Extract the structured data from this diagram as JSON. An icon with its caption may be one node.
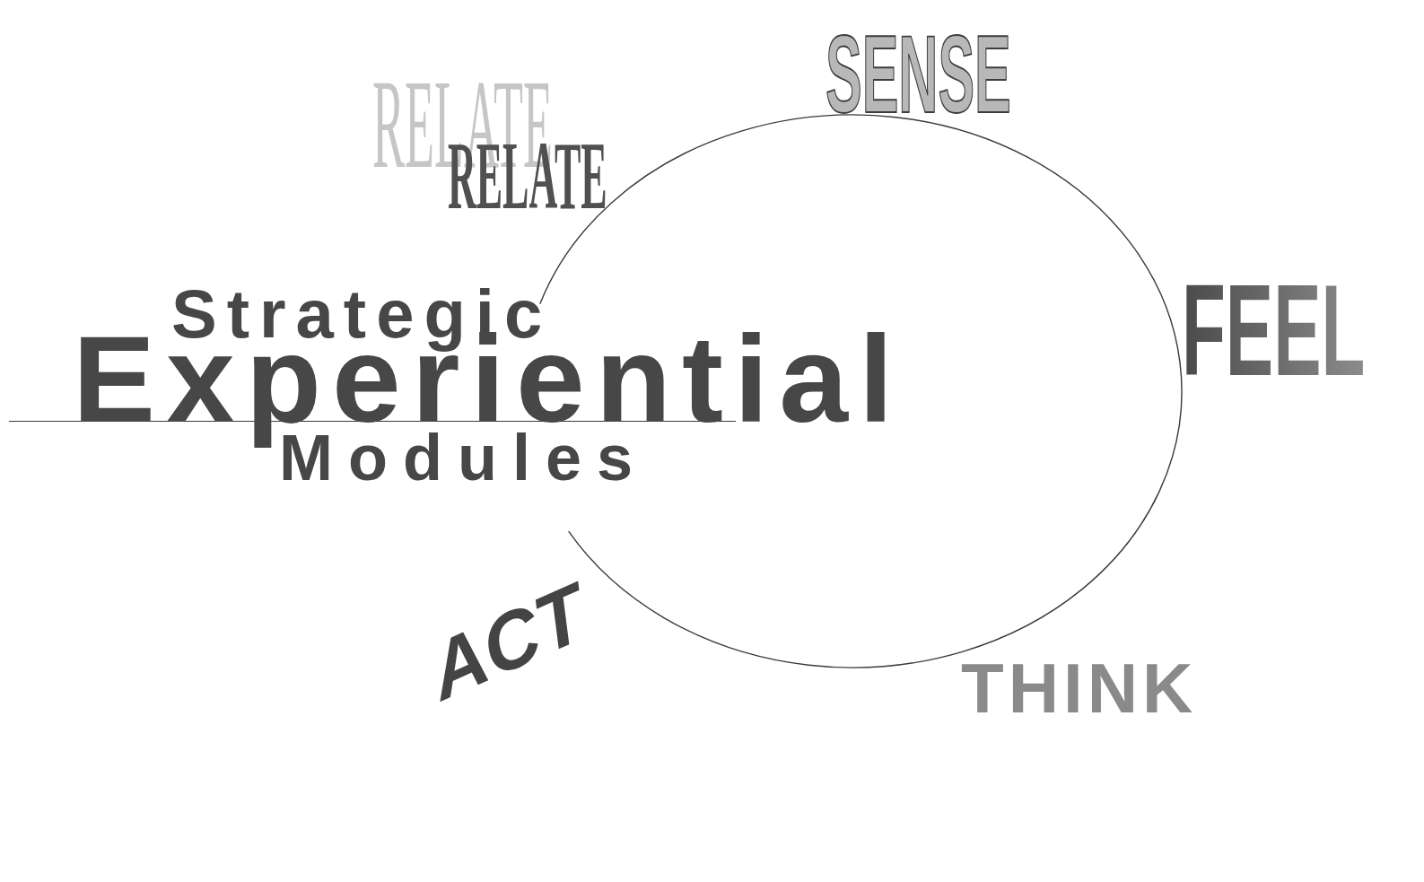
{
  "diagram": {
    "title": "Strategic Experiential Modules",
    "labels": [
      "SENSE",
      "RELATE",
      "RELATE",
      "FEEL",
      "ACT",
      "THINK"
    ]
  }
}
